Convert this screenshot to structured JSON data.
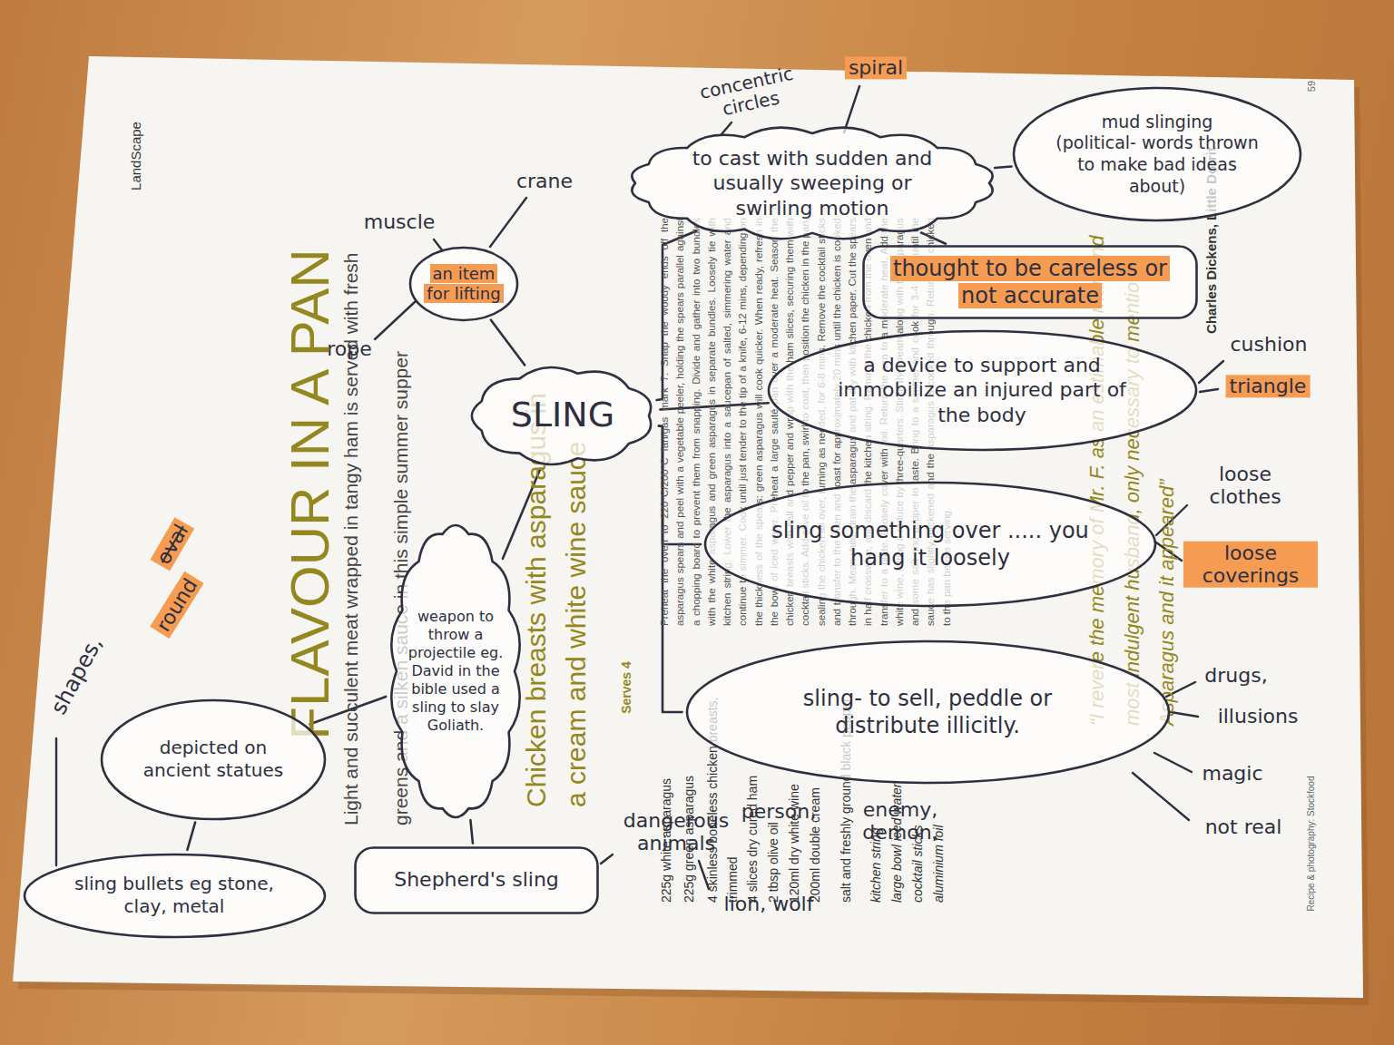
{
  "diagram": {
    "nodes": [
      {
        "text": [
          "SLING"
        ]
      },
      {
        "text": [
          "an item for lifting"
        ]
      },
      {
        "text": [
          "to cast with sudden and usually sweeping or swirling motion"
        ]
      },
      {
        "text": [
          "mud slinging",
          "(political- words thrown to make bad ideas about)"
        ]
      },
      {
        "text": [
          "thought to be careless or not accurate"
        ]
      },
      {
        "text": [
          "a device to support and immobilize an injured part of the body"
        ]
      },
      {
        "text": [
          "sling something over ..... you hang it loosely"
        ]
      },
      {
        "text": [
          "sling- to sell, peddle or distribute illicitly."
        ]
      },
      {
        "text": [
          "weapon to throw a projectile eg. David in the bible used a sling to slay Goliath."
        ]
      },
      {
        "text": [
          "depicted on ancient statues"
        ]
      },
      {
        "text": [
          "sling bullets eg stone, clay, metal"
        ]
      },
      {
        "text": [
          "Shepherd's sling"
        ]
      }
    ],
    "edges": [
      {
        "from": 0,
        "to": 1,
        "arrow": "none"
      },
      {
        "from": 0,
        "to": 2,
        "arrow": "none"
      },
      {
        "from": 2,
        "to": 3,
        "arrow": "none"
      },
      {
        "from": 2,
        "to": 4,
        "arrow": "none"
      },
      {
        "from": 0,
        "to": 5,
        "arrow": "none"
      },
      {
        "from": 0,
        "to": 6,
        "arrow": "none"
      },
      {
        "from": 0,
        "to": 7,
        "arrow": "none"
      },
      {
        "from": 0,
        "to": 8,
        "arrow": "none"
      },
      {
        "from": 8,
        "to": 9,
        "arrow": "none"
      },
      {
        "from": 8,
        "to": 11,
        "arrow": "none"
      },
      {
        "from": 9,
        "to": 10,
        "arrow": "none"
      }
    ],
    "labels": [
      "LandScape",
      "FLAVOUR IN A PAN",
      "Light and succulent meat wrapped in tangy ham is served with fresh greens and a silken sauce in this simple summer supper",
      "Chicken breasts with asparagus in a cream and white wine sauce",
      "Serves 4",
      "225g white asparagus",
      "225g green asparagus",
      "4 skinless boneless chicken breasts, trimmed",
      "4 slices dry cured ham",
      "2 tbsp olive oil",
      "120ml dry white wine",
      "200ml double cream",
      "salt and freshly ground black pepper",
      "kitchen string",
      "large bowl iced water",
      "cocktail sticks",
      "aluminium foil",
      "Preheat the oven to 220°C/200°C fan/gas mark 7. Snap the woody ends off the asparagus spears and peel with a vegetable peeler, holding the spears parallel against a chopping board to prevent them from snapping. Divide and gather into two bundles with the white asparagus and green asparagus in separate bundles. Loosely tie with kitchen string. Lower the asparagus into a saucepan of salted, simmering water and continue to simmer. Cook until just tender to the tip of a knife, 6-12 mins, depending on the thickness of the spears: green asparagus will cook quicker. When ready, refresh in the bowl of iced water. Preheat a large sauté pan over a moderate heat. Season the chicken breasts with salt and pepper and wrap with the ham slices, securing them with cocktail sticks. Add olive oil to the pan, swirl to coat, then position the chicken in the pan, sealing the chicken all over, turning as needed, for 6-8 mins. Remove the cocktail sticks and transfer to the oven and roast for approximately 20 mins until the chicken is cooked through. Meanwhile, drain the asparagus and pat dry with kitchen paper. Cut the spears in half crosswise, and discard the kitchen string. Remove the chicken from the oven and transfer to a plate. Loosely cover with foil. Return the pan to a moderate heat. Add the white wine, letting it reduce by three-quarters. Stir in the cream along with the asparagus and some salt and pepper to taste. Bring to a simmer and cook for 3-4 mins until the sauce has slightly thickened and the asparagus is cooked through. Return the chicken to the pan before serving.",
      "“I revere the memory of Mr. F. as an estimable man and most indulgent husband, only necessary to mention Asparagus and it appeared”",
      "Charles Dickens, Little Dorrit",
      "59",
      "Recipe & photography: Stockfood",
      "crane",
      "muscle",
      "rope",
      "concentric circles",
      "spiral",
      "cushion",
      "triangle",
      "loose clothes",
      "loose coverings",
      "drugs,",
      "illusions",
      "magic",
      "not real",
      "person,",
      "enemy, demon,",
      "dangerous animals",
      "lion, wolf",
      "shapes,",
      "oval",
      "round"
    ]
  }
}
